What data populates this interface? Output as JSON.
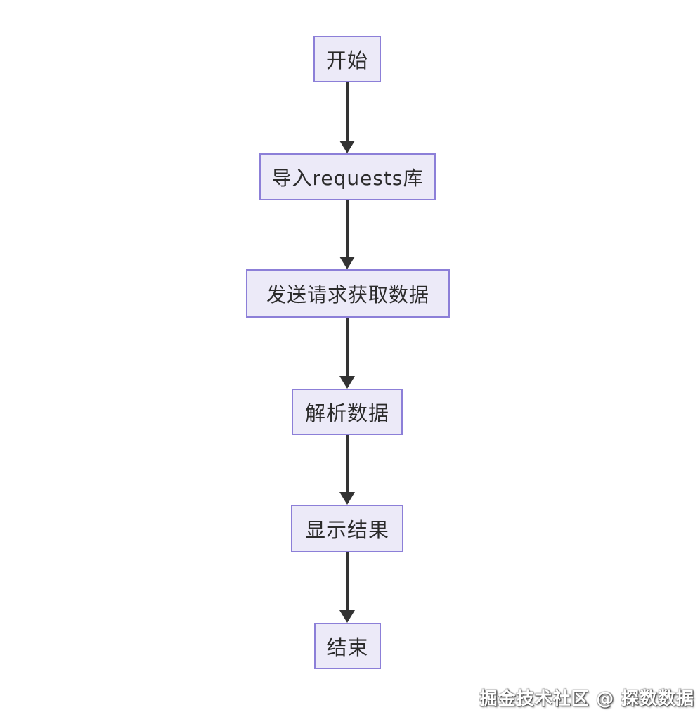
{
  "diagram": {
    "type": "flowchart",
    "direction": "top-down",
    "nodes": [
      {
        "id": "start",
        "label": "开始"
      },
      {
        "id": "import",
        "label": "导入requests库"
      },
      {
        "id": "fetch",
        "label": "发送请求获取数据"
      },
      {
        "id": "parse",
        "label": "解析数据"
      },
      {
        "id": "show",
        "label": "显示结果"
      },
      {
        "id": "end",
        "label": "结束"
      }
    ],
    "edges": [
      {
        "from": "start",
        "to": "import"
      },
      {
        "from": "import",
        "to": "fetch"
      },
      {
        "from": "fetch",
        "to": "parse"
      },
      {
        "from": "parse",
        "to": "show"
      },
      {
        "from": "show",
        "to": "end"
      }
    ]
  },
  "watermark": "掘金技术社区 @ 探数数据",
  "colors": {
    "node_border": "#8c7fd8",
    "node_fill": "#eceaf8",
    "arrow": "#333333",
    "text": "#2b2b2b"
  }
}
